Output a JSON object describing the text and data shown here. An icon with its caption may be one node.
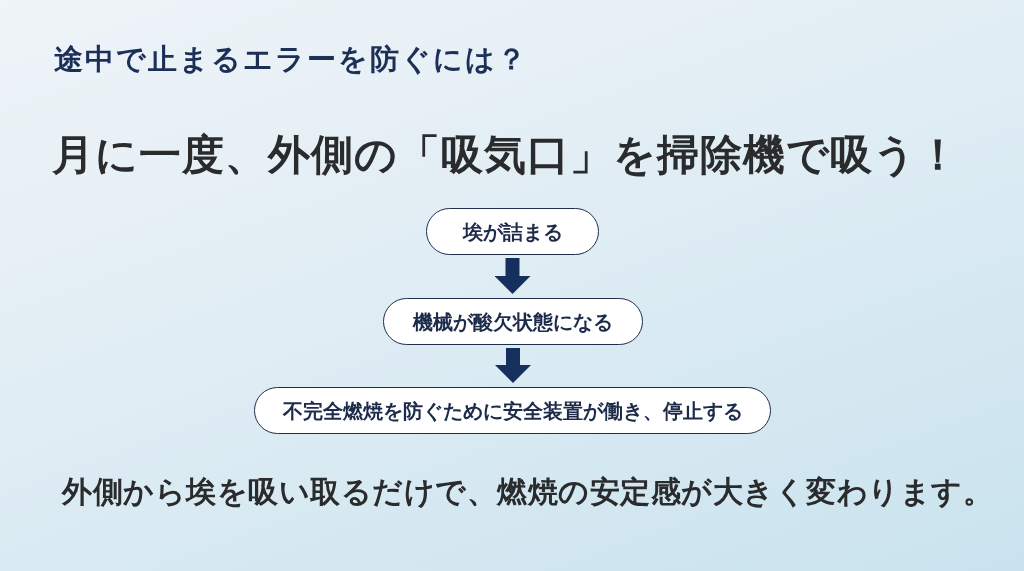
{
  "diagram": {
    "title": "途中で止まるエラーを防ぐには？",
    "nodes": [
      {
        "text": [
          "埃が詰まる"
        ]
      },
      {
        "text": [
          "機械が酸欠状態になる"
        ]
      },
      {
        "text": [
          "不完全燃焼を防ぐために安全装置が働き、停止する"
        ]
      }
    ],
    "edges": [
      {
        "from": 0,
        "to": 1,
        "arrow": "to"
      },
      {
        "from": 1,
        "to": 2,
        "arrow": "to"
      }
    ],
    "labels": [
      "月に一度、外側の「吸気口」を掃除機で吸う！"
    ],
    "caption": "外側から埃を吸い取るだけで、燃焼の安定感が大きく変わります。"
  }
}
